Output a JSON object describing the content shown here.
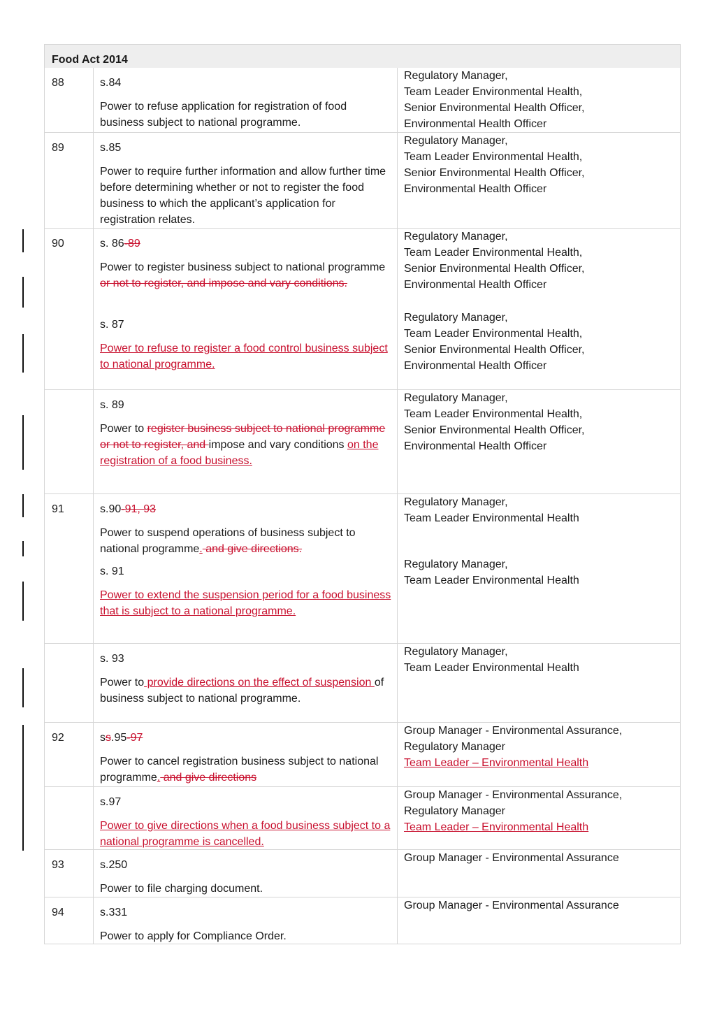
{
  "header": "Food Act 2014",
  "rows": [
    {
      "num": "88",
      "section": [
        {
          "t": "s.84",
          "s": "n"
        }
      ],
      "desc": [
        {
          "t": "Power to refuse application for registration of food business subject to national programme.",
          "s": "n"
        }
      ],
      "roles": [
        [
          {
            "t": "Regulatory Manager,",
            "s": "n"
          }
        ],
        [
          {
            "t": "Team Leader Environmental Health,",
            "s": "n"
          }
        ],
        [
          {
            "t": "Senior Environmental Health Officer,",
            "s": "n"
          }
        ],
        [
          {
            "t": "Environmental Health Officer",
            "s": "n"
          }
        ]
      ]
    },
    {
      "num": "89",
      "section": [
        {
          "t": "s.85",
          "s": "n"
        }
      ],
      "desc": [
        {
          "t": "Power to require further information and allow further time before determining whether or not to register the food business to which the applicant’s application for registration relates.",
          "s": "n"
        }
      ],
      "roles": [
        [
          {
            "t": "Regulatory Manager,",
            "s": "n"
          }
        ],
        [
          {
            "t": "Team Leader Environmental Health,",
            "s": "n"
          }
        ],
        [
          {
            "t": "Senior Environmental Health Officer,",
            "s": "n"
          }
        ],
        [
          {
            "t": "Environmental Health Officer",
            "s": "n"
          }
        ]
      ]
    },
    {
      "num": "90",
      "section": [
        {
          "t": "s. 86",
          "s": "n"
        },
        {
          "t": "-89",
          "s": "del"
        }
      ],
      "desc": [
        {
          "t": "Power to register business subject to national programme",
          "s": "n"
        },
        {
          "t": " or not to register, and impose and vary conditions.",
          "s": "del"
        }
      ],
      "roles": [
        [
          {
            "t": "Regulatory Manager,",
            "s": "n"
          }
        ],
        [
          {
            "t": "Team Leader Environmental Health,",
            "s": "n"
          }
        ],
        [
          {
            "t": "Senior Environmental Health Officer,",
            "s": "n"
          }
        ],
        [
          {
            "t": "Environmental Health Officer",
            "s": "n"
          }
        ]
      ]
    },
    {
      "num": "",
      "section": [
        {
          "t": "s. 87",
          "s": "n"
        }
      ],
      "desc": [
        {
          "t": "Power to refuse to register a food control business subject to national programme.",
          "s": "ins"
        }
      ],
      "roles": [
        [
          {
            "t": "Regulatory Manager,",
            "s": "n"
          }
        ],
        [
          {
            "t": "Team Leader Environmental Health,",
            "s": "n"
          }
        ],
        [
          {
            "t": "Senior Environmental Health Officer,",
            "s": "n"
          }
        ],
        [
          {
            "t": "Environmental Health Officer",
            "s": "n"
          }
        ]
      ]
    },
    {
      "num": "",
      "section": [
        {
          "t": "s. 89",
          "s": "n"
        }
      ],
      "desc": [
        {
          "t": "Power to ",
          "s": "n"
        },
        {
          "t": "register business subject to national programme or not to register, and ",
          "s": "del"
        },
        {
          "t": "impose and vary conditions ",
          "s": "n"
        },
        {
          "t": "on the registration of a food business.",
          "s": "ins"
        }
      ],
      "roles": [
        [
          {
            "t": "Regulatory Manager,",
            "s": "n"
          }
        ],
        [
          {
            "t": "Team Leader Environmental Health,",
            "s": "n"
          }
        ],
        [
          {
            "t": "Senior Environmental Health Officer,",
            "s": "n"
          }
        ],
        [
          {
            "t": "Environmental Health Officer",
            "s": "n"
          }
        ]
      ]
    },
    {
      "num": "91",
      "section": [
        {
          "t": "s.90",
          "s": "n"
        },
        {
          "t": "-91, 93",
          "s": "del"
        }
      ],
      "desc": [
        {
          "t": "Power to suspend operations of business subject to national programme",
          "s": "n"
        },
        {
          "t": ".",
          "s": "ins"
        },
        {
          "t": " and give directions.",
          "s": "del"
        }
      ],
      "roles": [
        [
          {
            "t": "Regulatory Manager,",
            "s": "n"
          }
        ],
        [
          {
            "t": "Team Leader Environmental Health",
            "s": "n"
          }
        ]
      ]
    },
    {
      "num": "",
      "section": [
        {
          "t": "s. 91",
          "s": "n"
        }
      ],
      "desc": [
        {
          "t": "Power to extend the suspension period for a food business that is subject to a national programme.",
          "s": "ins"
        }
      ],
      "roles": [
        [
          {
            "t": "Regulatory Manager,",
            "s": "n"
          }
        ],
        [
          {
            "t": "Team Leader Environmental Health",
            "s": "n"
          }
        ]
      ]
    },
    {
      "num": "",
      "section": [
        {
          "t": "s. 93",
          "s": "n"
        }
      ],
      "desc": [
        {
          "t": "Power to",
          "s": "n"
        },
        {
          "t": " provide directions on the effect of suspension ",
          "s": "ins"
        },
        {
          "t": "of business subject to national programme.",
          "s": "n"
        }
      ],
      "roles": [
        [
          {
            "t": "Regulatory Manager,",
            "s": "n"
          }
        ],
        [
          {
            "t": "Team Leader Environmental Health",
            "s": "n"
          }
        ]
      ]
    },
    {
      "num": "92",
      "section": [
        {
          "t": "s",
          "s": "n"
        },
        {
          "t": "s",
          "s": "del"
        },
        {
          "t": ".95",
          "s": "n"
        },
        {
          "t": "-97",
          "s": "del"
        }
      ],
      "desc": [
        {
          "t": "Power to cancel registration business subject to national programme",
          "s": "n"
        },
        {
          "t": ".",
          "s": "ins"
        },
        {
          "t": " and give directions",
          "s": "del"
        }
      ],
      "roles": [
        [
          {
            "t": "Group Manager - Environmental Assurance,",
            "s": "n"
          }
        ],
        [
          {
            "t": "Regulatory Manager",
            "s": "n"
          }
        ],
        [
          {
            "t": "Team Leader – Environmental Health",
            "s": "ins"
          }
        ]
      ]
    },
    {
      "num": "",
      "section": [
        {
          "t": "s.97",
          "s": "n"
        }
      ],
      "desc": [
        {
          "t": "Power to give directions when a food business subject to a national programme is cancelled.",
          "s": "ins"
        }
      ],
      "roles": [
        [
          {
            "t": "Group Manager - Environmental Assurance,",
            "s": "n"
          }
        ],
        [
          {
            "t": "Regulatory Manager",
            "s": "n"
          }
        ],
        [
          {
            "t": "Team Leader – Environmental Health",
            "s": "ins"
          }
        ]
      ]
    },
    {
      "num": "93",
      "section": [
        {
          "t": "s.250",
          "s": "n"
        }
      ],
      "desc": [
        {
          "t": "Power to file charging document.",
          "s": "n"
        }
      ],
      "roles": [
        [
          {
            "t": "Group Manager - Environmental Assurance",
            "s": "n"
          }
        ]
      ]
    },
    {
      "num": "94",
      "section": [
        {
          "t": "s.331",
          "s": "n"
        }
      ],
      "desc": [
        {
          "t": "Power to apply for Compliance Order.",
          "s": "n"
        }
      ],
      "roles": [
        [
          {
            "t": "Group Manager - Environmental Assurance",
            "s": "n"
          }
        ]
      ]
    }
  ]
}
